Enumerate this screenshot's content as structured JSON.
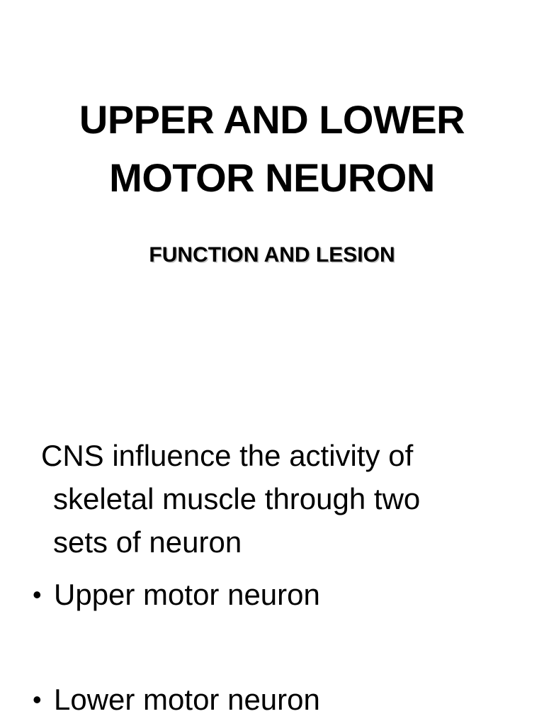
{
  "slide": {
    "title_lines": [
      "UPPER AND LOWER",
      "MOTOR NEURON"
    ],
    "subtitle": "FUNCTION AND LESION",
    "intro_lines": [
      "CNS influence the activity of",
      "skeletal muscle through two",
      "sets of neuron"
    ],
    "bullet_symbol": "•",
    "bullets": [
      "Upper motor neuron",
      "Lower motor neuron"
    ]
  }
}
